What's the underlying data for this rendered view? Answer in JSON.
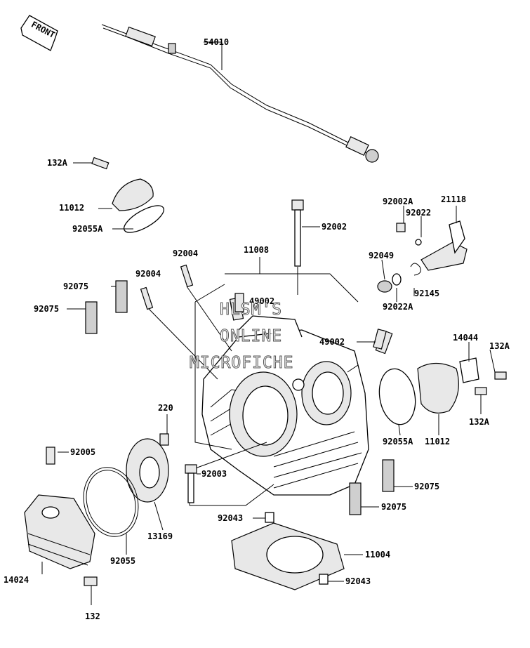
{
  "front_label": "FRONT",
  "watermark": [
    "HLSM'S",
    "ONLINE",
    "MICROFICHE"
  ],
  "callouts": {
    "p54010": "54010",
    "p132A_1": "132A",
    "p11012_1": "11012",
    "p92055A_1": "92055A",
    "p92002": "92002",
    "p92002A": "92002A",
    "p92022": "92022",
    "p21118": "21118",
    "p92004_1": "92004",
    "p11008": "11008",
    "p92004_2": "92004",
    "p92049": "92049",
    "p92075_1": "92075",
    "p92075_2": "92075",
    "p49002_1": "49002",
    "p92145": "92145",
    "p92022A": "92022A",
    "p49002_2": "49002",
    "p14044": "14044",
    "p132A_2": "132A",
    "p132A_3": "132A",
    "p220": "220",
    "p92055A_2": "92055A",
    "p11012_2": "11012",
    "p92005": "92005",
    "p92003": "92003",
    "p92075_3": "92075",
    "p92075_4": "92075",
    "p13169": "13169",
    "p92043_1": "92043",
    "p11004": "11004",
    "p92055": "92055",
    "p14024": "14024",
    "p92043_2": "92043",
    "p132": "132"
  }
}
